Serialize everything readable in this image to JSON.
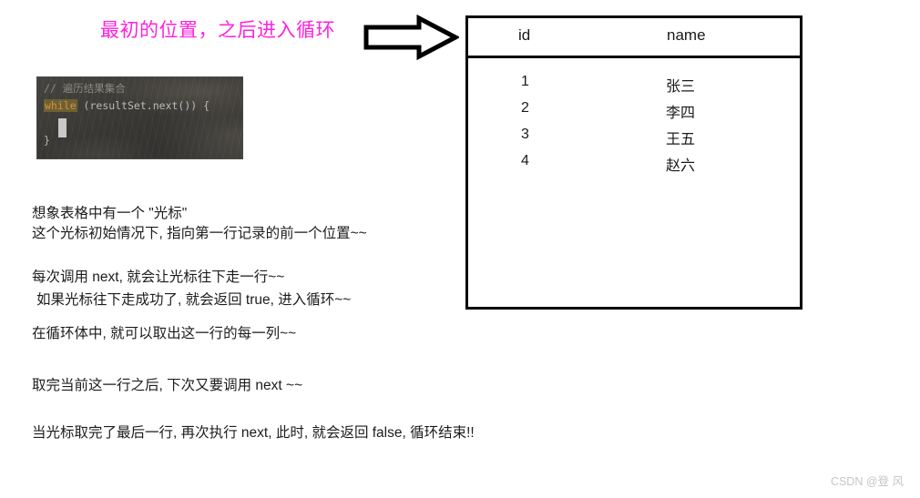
{
  "heading": {
    "text": "最初的位置，之后进入循环"
  },
  "arrow": {
    "icon": "right-block-arrow-icon",
    "direction": "right",
    "stroke_color": "#000000",
    "fill_color": "#ffffff"
  },
  "code_block": {
    "comment": "// 遍历结果集合",
    "keyword": "while",
    "line_rest": " (resultSet.next()) {",
    "closing_brace": "}",
    "keyword_color": "#e08a3c",
    "keyword_highlight": "#6b6134",
    "background_color": "#3b3a38",
    "cursor_color": "#c8c8c8"
  },
  "table": {
    "columns": [
      "id",
      "name"
    ],
    "rows": [
      {
        "id": "1",
        "name": "张三"
      },
      {
        "id": "2",
        "name": "李四"
      },
      {
        "id": "3",
        "name": "王五"
      },
      {
        "id": "4",
        "name": "赵六"
      }
    ],
    "border_color": "#000000"
  },
  "notes": [
    {
      "text": "想象表格中有一个 \"光标\"",
      "gap_after": 3,
      "indent": false
    },
    {
      "text": "这个光标初始情况下, 指向第一行记录的前一个位置~~",
      "gap_after": 29,
      "indent": false
    },
    {
      "text": "每次调用 next, 就会让光标往下走一行~~",
      "gap_after": 6,
      "indent": false
    },
    {
      "text": "如果光标往下走成功了, 就会返回 true, 进入循环~~",
      "gap_after": 18,
      "indent": true
    },
    {
      "text": "在循环体中, 就可以取出这一行的每一列~~",
      "gap_after": 38,
      "indent": false
    },
    {
      "text": "取完当前这一行之后, 下次又要调用 next ~~",
      "gap_after": 33,
      "indent": false
    },
    {
      "text": "当光标取完了最后一行, 再次执行 next, 此时, 就会返回 false, 循环结束!!",
      "gap_after": 0,
      "indent": false
    }
  ],
  "watermark": {
    "text": "CSDN @登 风"
  },
  "theme": {
    "heading_color": "#ff22dd",
    "text_color": "#1c1c1c",
    "page_background": "#ffffff",
    "watermark_color": "#c6c6c6"
  }
}
